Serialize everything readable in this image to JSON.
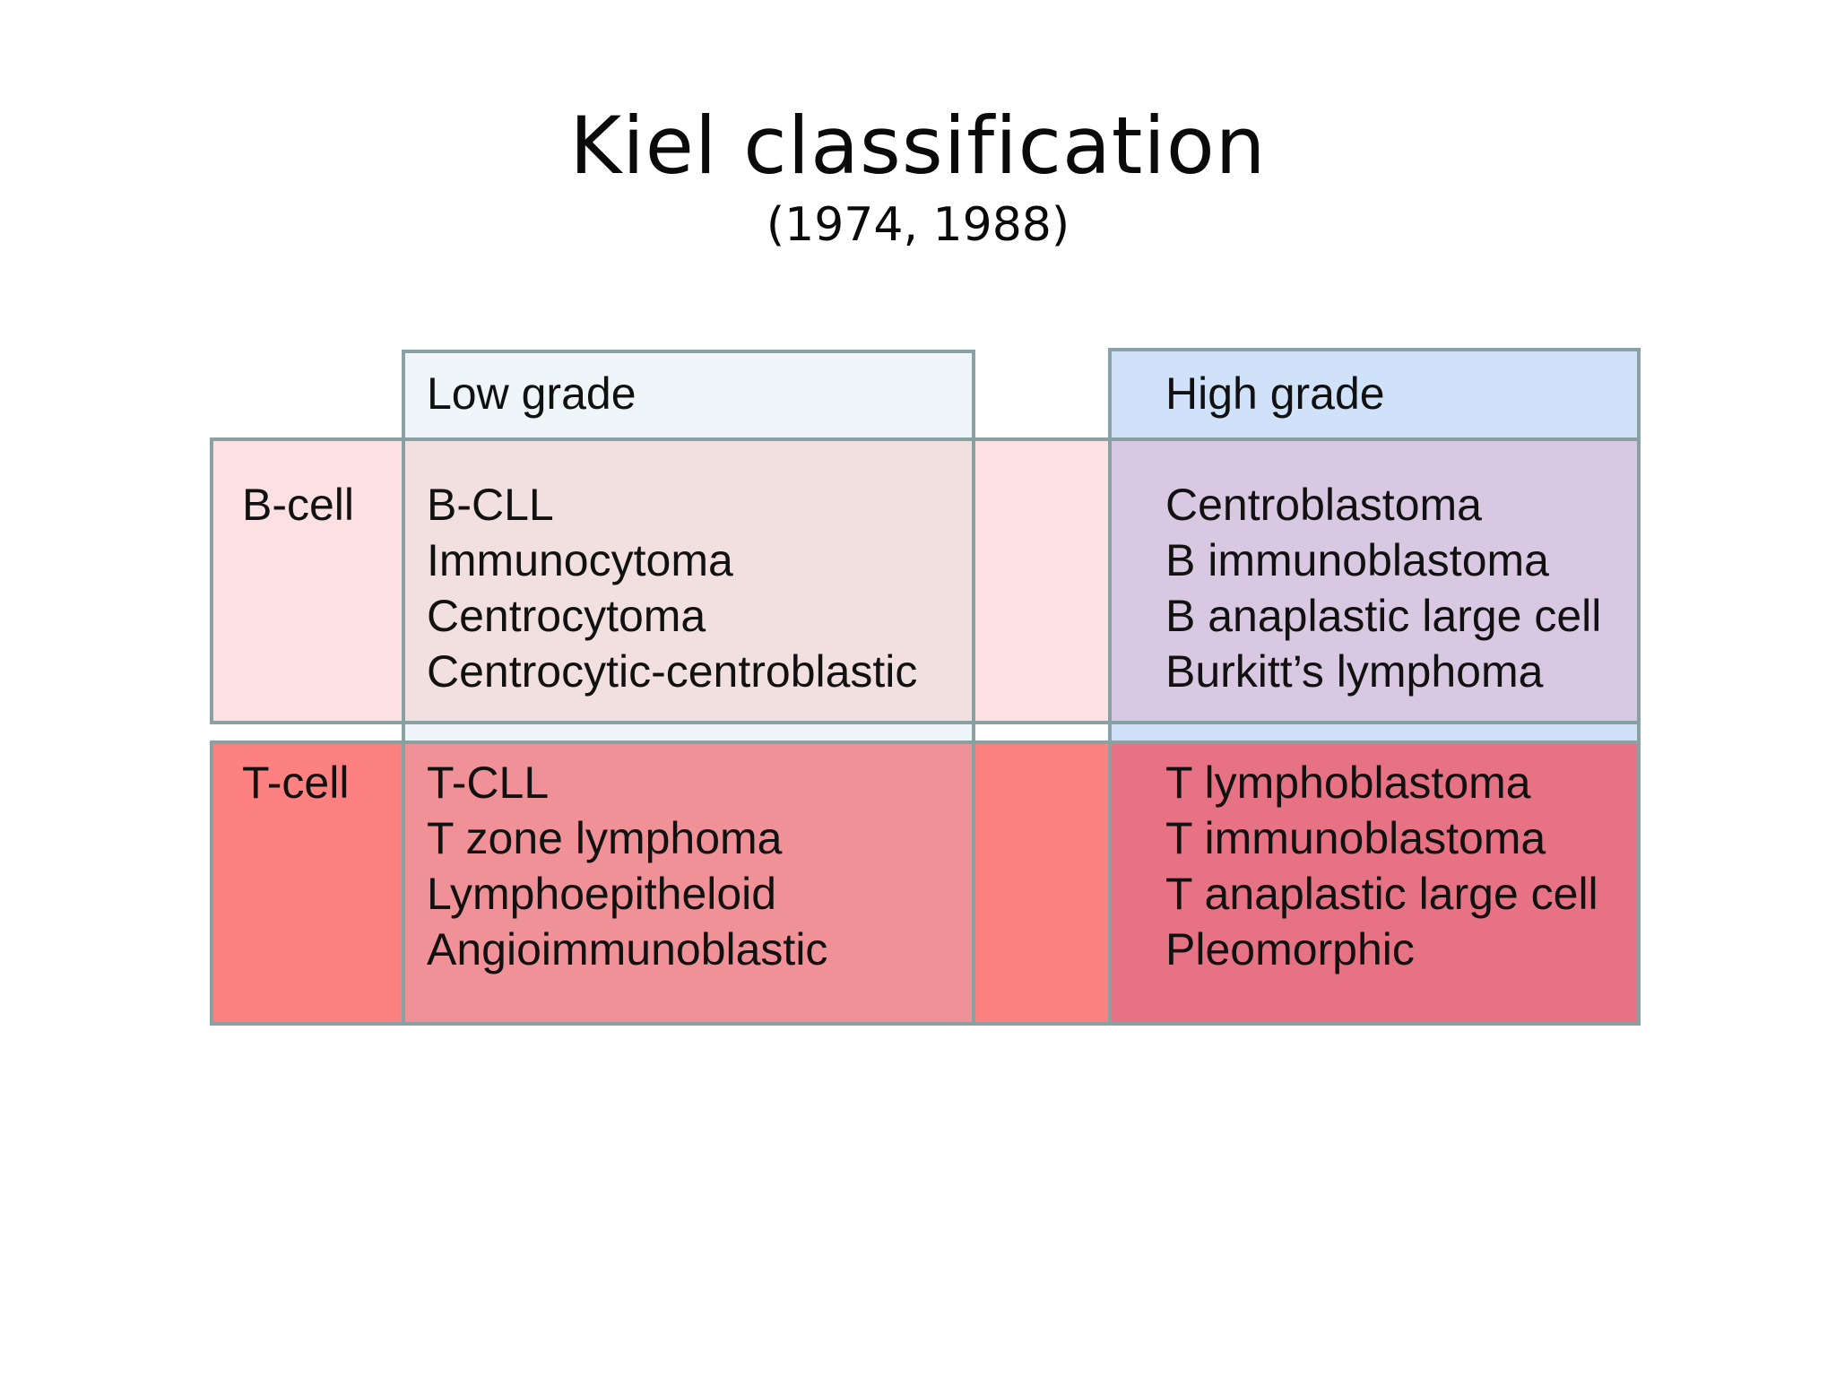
{
  "slide": {
    "title": "Kiel classification",
    "subtitle": "(1974, 1988)"
  },
  "table": {
    "columns": {
      "low_grade": "Low grade",
      "high_grade": "High grade"
    },
    "rows": {
      "b_cell": {
        "label": "B-cell",
        "low_grade": [
          "B-CLL",
          "Immunocytoma",
          "Centrocytoma",
          "Centrocytic-centroblastic"
        ],
        "high_grade": [
          "Centroblastoma",
          "B immunoblastoma",
          "B anaplastic large cell",
          "Burkitt’s lymphoma"
        ]
      },
      "t_cell": {
        "label": "T-cell",
        "low_grade": [
          "T-CLL",
          "T zone lymphoma",
          "Lymphoepitheloid",
          "Angioimmunoblastic"
        ],
        "high_grade": [
          "T lymphoblastoma",
          "T immunoblastoma",
          "T anaplastic large cell",
          "Pleomorphic"
        ]
      }
    }
  },
  "colors": {
    "border": "#8aa1a3",
    "low_grade_header": "#eef6fa",
    "high_grade_header": "#cfe2f9",
    "b_cell_row": "#fde0e1",
    "b_cell_low_grade": "#f2e0e0",
    "b_cell_high_grade": "#d9c8e1",
    "t_cell_row": "#fd8181",
    "t_cell_low_grade": "#ef9197",
    "t_cell_high_grade": "#e77283"
  }
}
